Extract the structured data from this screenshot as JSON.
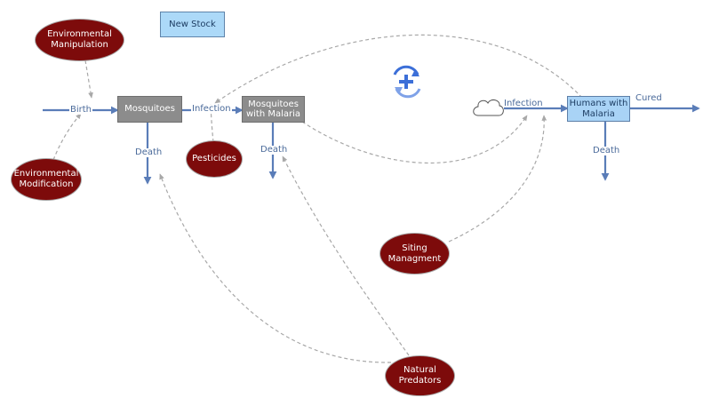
{
  "toolbar": {
    "new_stock_label": "New Stock",
    "add_icon": "plus-in-circular-arrows-icon"
  },
  "stocks": {
    "mosquitoes": "Mosquitoes",
    "mosquitoes_malaria_line1": "Mosquitoes",
    "mosquitoes_malaria_line2": "with Malaria",
    "humans_malaria_line1": "Humans with",
    "humans_malaria_line2": "Malaria"
  },
  "flows": {
    "birth": "Birth",
    "infection_mosquito": "Infection",
    "death_mosquitoes": "Death",
    "death_malaria_mosquitoes": "Death",
    "infection_human": "Infection",
    "cured": "Cured",
    "death_humans": "Death"
  },
  "variables": {
    "env_manip_line1": "Environmental",
    "env_manip_line2": "Manipulation",
    "env_mod_line1": "Environmental",
    "env_mod_line2": "Modification",
    "pesticides": "Pesticides",
    "siting_line1": "Siting",
    "siting_line2": "Managment",
    "predators_line1": "Natural",
    "predators_line2": "Predators"
  },
  "colors": {
    "flow": "#5a7db8",
    "link": "#a8a8a8",
    "variable_fill": "#7d0b0b",
    "stock_gray": "#8c8c8c",
    "stock_blue": "#a9d3f6",
    "icon": "#3c6fd8"
  }
}
